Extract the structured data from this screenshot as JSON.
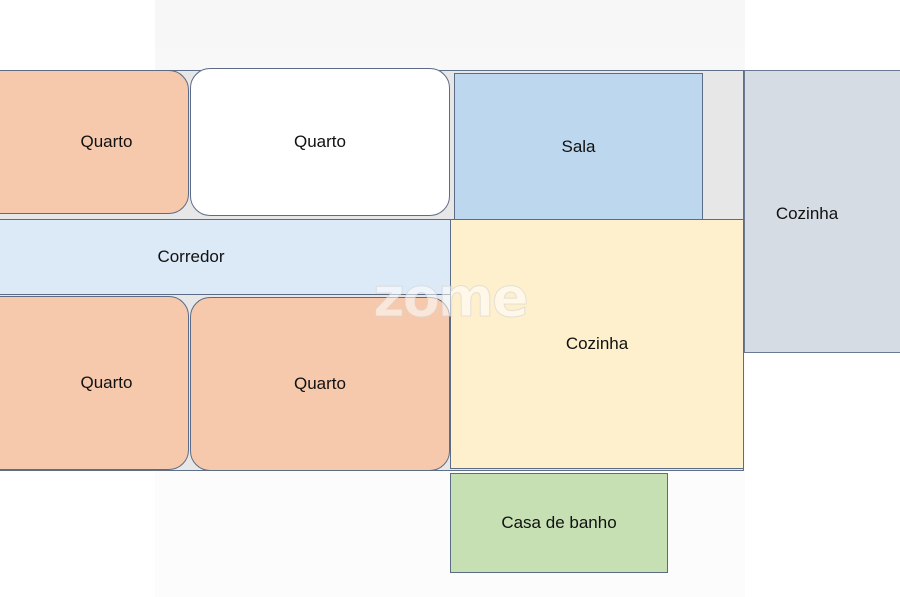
{
  "floor_plan": {
    "rooms": [
      {
        "id": "quarto-top-left",
        "label": "Quarto",
        "color": "#f6c9ac"
      },
      {
        "id": "quarto-top-middle",
        "label": "Quarto",
        "color": "#ffffff"
      },
      {
        "id": "sala",
        "label": "Sala",
        "color": "#bdd7ee"
      },
      {
        "id": "cozinha-right",
        "label": "Cozinha",
        "color": "#d6dce4"
      },
      {
        "id": "corredor",
        "label": "Corredor",
        "color": "#dce9f6"
      },
      {
        "id": "quarto-bottom-left",
        "label": "Quarto",
        "color": "#f6c9ac"
      },
      {
        "id": "quarto-bottom-middle",
        "label": "Quarto",
        "color": "#f6c9ac"
      },
      {
        "id": "cozinha-main",
        "label": "Cozinha",
        "color": "#fef0cc"
      },
      {
        "id": "casa-de-banho",
        "label": "Casa de banho",
        "color": "#c6e0b4"
      }
    ]
  },
  "watermark": {
    "text": "zome"
  }
}
